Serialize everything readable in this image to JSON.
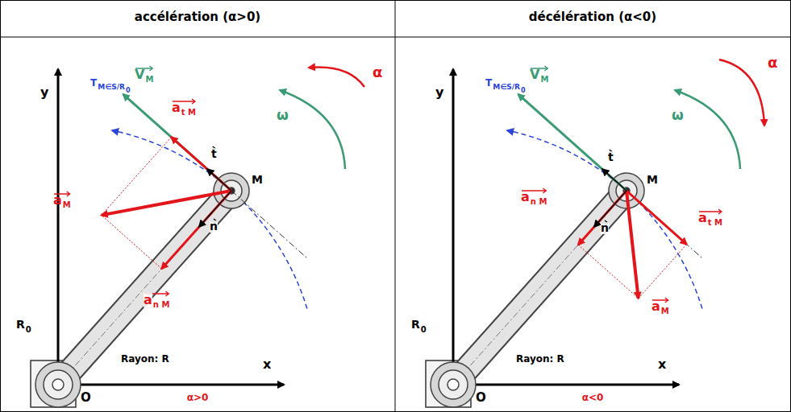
{
  "diagram": {
    "labels": [
      "accélération (α>0)",
      "décélération (α<0)",
      "V",
      "M",
      "a",
      "t M",
      "t",
      "T",
      "M∈S/R",
      "0",
      "y",
      "a",
      "M",
      "n",
      "a",
      "n M",
      "R",
      "0",
      "Rayon: R",
      "O",
      "x",
      "M",
      "α",
      "ω",
      "α>0",
      "V",
      "M",
      "a",
      "t M",
      "t",
      "T",
      "M∈S/R",
      "0",
      "y",
      "a",
      "M",
      "n",
      "a",
      "n M",
      "R",
      "0",
      "Rayon: R",
      "O",
      "x",
      "M",
      "α",
      "ω",
      "α<0"
    ]
  }
}
